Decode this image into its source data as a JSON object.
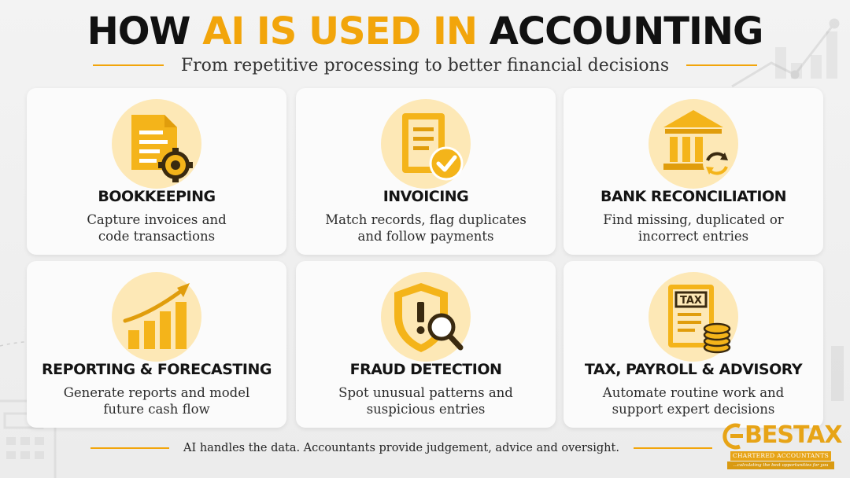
{
  "header": {
    "title_part1": "HOW ",
    "title_accent": "AI IS USED IN",
    "title_part2": " ACCOUNTING",
    "subtitle": "From repetitive processing to better financial decisions"
  },
  "cards": [
    {
      "title": "BOOKKEEPING",
      "desc_line1": "Capture invoices and",
      "desc_line2": "code transactions",
      "icon": "document-gear-icon"
    },
    {
      "title": "INVOICING",
      "desc_line1": "Match records, flag duplicates",
      "desc_line2": "and follow payments",
      "icon": "invoice-check-icon"
    },
    {
      "title": "BANK RECONCILIATION",
      "desc_line1": "Find missing, duplicated or",
      "desc_line2": "incorrect entries",
      "icon": "bank-sync-icon"
    },
    {
      "title": "REPORTING & FORECASTING",
      "desc_line1": "Generate reports and model",
      "desc_line2": "future cash flow",
      "icon": "growth-chart-icon"
    },
    {
      "title": "FRAUD DETECTION",
      "desc_line1": "Spot unusual patterns and",
      "desc_line2": "suspicious entries",
      "icon": "shield-magnifier-icon"
    },
    {
      "title": "TAX, PAYROLL & ADVISORY",
      "desc_line1": "Automate routine work and",
      "desc_line2": "support expert decisions",
      "icon": "tax-document-coins-icon"
    }
  ],
  "footer": {
    "text": "AI handles the data. Accountants provide judgement, advice and oversight."
  },
  "logo": {
    "word": "BESTAX",
    "sub": "CHARTERED ACCOUNTANTS",
    "tag": "...calculating the best opportunities for you"
  },
  "colors": {
    "accent": "#f2a50b",
    "icon_fill": "#f4b41a",
    "icon_bg": "#fde8b6"
  }
}
